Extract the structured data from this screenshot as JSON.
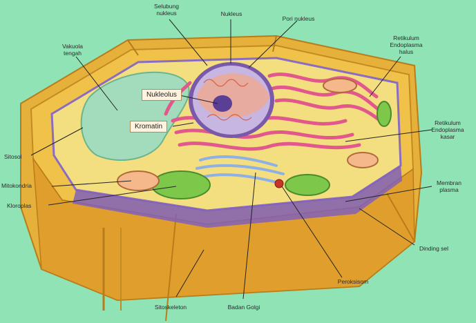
{
  "labels": {
    "selubung_nukleus": "Selubung\nnukleus",
    "nukleus": "Nukleus",
    "pori_nukleus": "Pori nukleus",
    "vakuola_tengah": "Vakuola\ntengah",
    "re_halus": "Retikulum\nEndoplasma\nhalus",
    "nukleolus": "Nukleolus",
    "kromatin": "Kromatin",
    "re_kasar": "Retikulum\nEndoplasma\nkasar",
    "sitosol": "Sitosol",
    "mitokondria": "Mitokondria",
    "kloroplas": "Kloroplas",
    "membran_plasma": "Membran\nplasma",
    "dinding_sel": "Dinding sel",
    "peroksisom": "Peroksisom",
    "sitoskeleton": "Sitoskeleton",
    "badan_golgi": "Badan Golgi"
  },
  "colors": {
    "background": "#8fe3b4",
    "cell_wall": "#e0a830",
    "cytoplasm": "#f2dc7a",
    "vacuole": "#9fd9b6",
    "nucleus": "#b9a6d8",
    "er": "#e86a9a",
    "chloroplast": "#7dc84a",
    "golgi": "#a9c4ea",
    "membrane": "#7a5aa8"
  }
}
